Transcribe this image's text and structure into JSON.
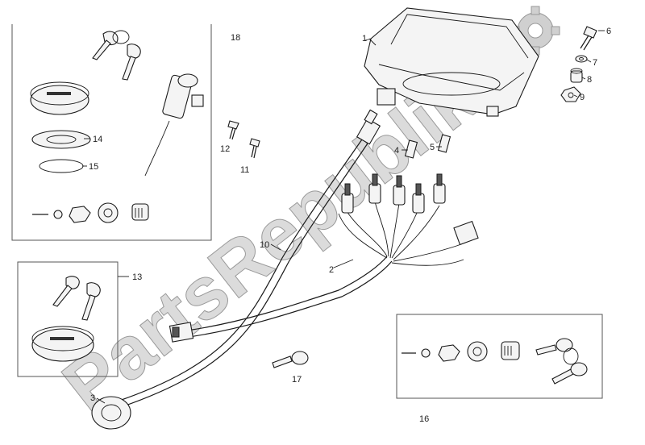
{
  "watermark": {
    "text": "PartsRepublik"
  },
  "callouts": [
    {
      "id": "1",
      "label": "1"
    },
    {
      "id": "2",
      "label": "2"
    },
    {
      "id": "3",
      "label": "3"
    },
    {
      "id": "4",
      "label": "4"
    },
    {
      "id": "5",
      "label": "5"
    },
    {
      "id": "6",
      "label": "6"
    },
    {
      "id": "7",
      "label": "7"
    },
    {
      "id": "8",
      "label": "8"
    },
    {
      "id": "9",
      "label": "9"
    },
    {
      "id": "10",
      "label": "10"
    },
    {
      "id": "11",
      "label": "11"
    },
    {
      "id": "12",
      "label": "12"
    },
    {
      "id": "13",
      "label": "13"
    },
    {
      "id": "14",
      "label": "14"
    },
    {
      "id": "15",
      "label": "15"
    },
    {
      "id": "16",
      "label": "16"
    },
    {
      "id": "17",
      "label": "17"
    },
    {
      "id": "18",
      "label": "18"
    }
  ],
  "colors": {
    "line": "#1a1a1a",
    "watermark_fill": "#cfcfcf",
    "watermark_stroke": "#9a9a9a",
    "box": "#555555"
  }
}
